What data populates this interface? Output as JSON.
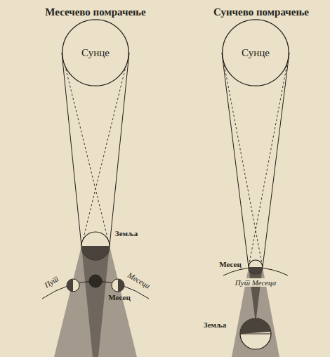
{
  "diagram": {
    "nodes": [
      {
        "text": [
          "Сунце"
        ]
      },
      {
        "text": [
          "Сунце"
        ]
      }
    ],
    "labels": [
      "Месечево помрачење",
      "Сунчево помрачење",
      "Земља",
      "Пут",
      "Месеца",
      "Месец",
      "Месец",
      "Пут Месеца",
      "Земља"
    ]
  }
}
